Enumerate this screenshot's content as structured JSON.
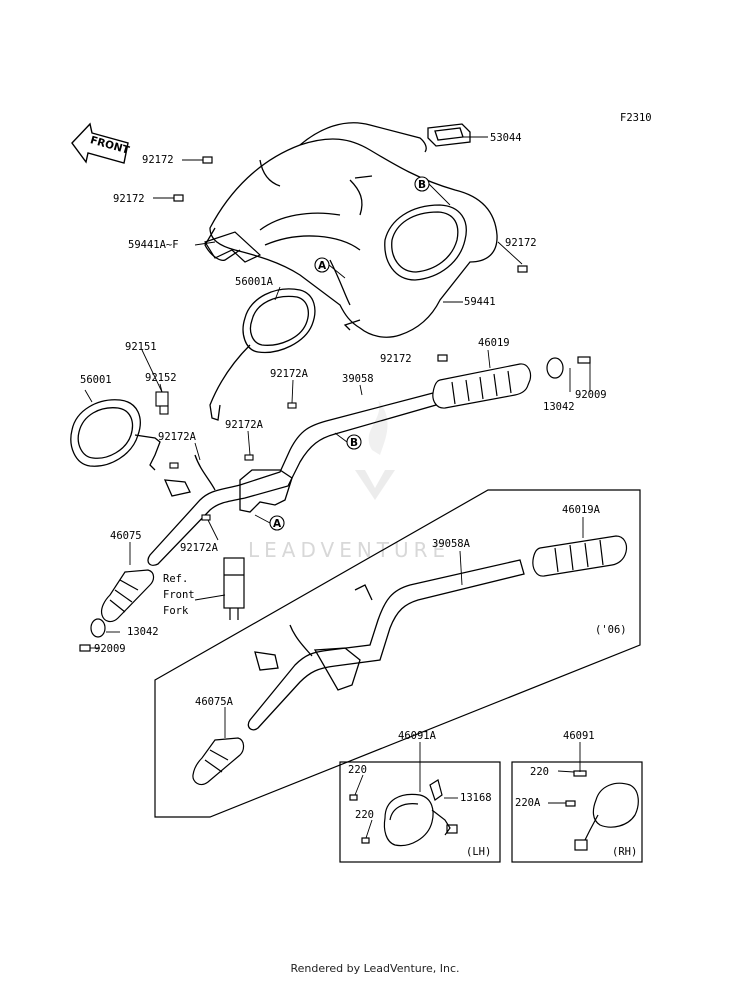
{
  "figure_code": "F2310",
  "front_label": "FRONT",
  "watermark": "LEADVENTURE",
  "footer": "Rendered by LeadVenture, Inc.",
  "parts": {
    "p53044": "53044",
    "p92172_a": "92172",
    "p92172_b": "92172",
    "p92172_c": "92172",
    "p92172_d": "92172",
    "p59441af": "59441A~F",
    "p59441": "59441",
    "p56001a": "56001A",
    "p92151": "92151",
    "p92152": "92152",
    "p56001": "56001",
    "p92172a_1": "92172A",
    "p92172a_2": "92172A",
    "p92172a_3": "92172A",
    "p92172a_4": "92172A",
    "p39058": "39058",
    "p46019": "46019",
    "p13042_a": "13042",
    "p92009_a": "92009",
    "p46075": "46075",
    "p13042_b": "13042",
    "p92009_b": "92009",
    "p46019a": "46019A",
    "p39058a": "39058A",
    "p46075a": "46075A",
    "p46091a": "46091A",
    "p46091": "46091",
    "p220_a": "220",
    "p220_b": "220",
    "p220_c": "220",
    "p220a": "220A",
    "p13168": "13168"
  },
  "callouts": {
    "a": "A",
    "b": "B"
  },
  "notes": {
    "ref_line1": "Ref.",
    "ref_line2": "Front",
    "ref_line3": "Fork",
    "year": "('06)",
    "lh": "(LH)",
    "rh": "(RH)"
  }
}
